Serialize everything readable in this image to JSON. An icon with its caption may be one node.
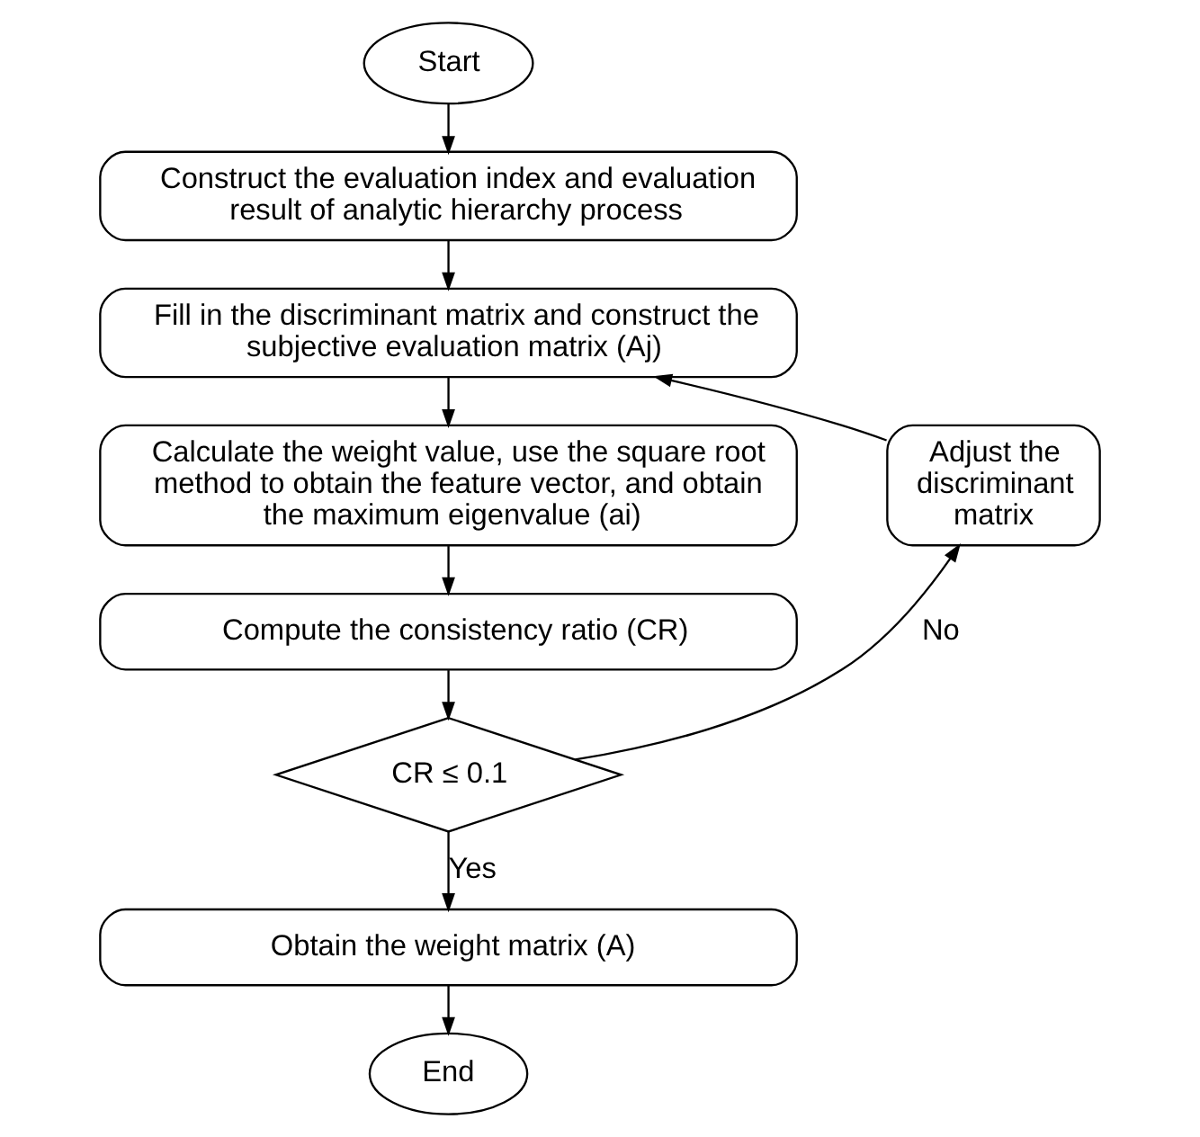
{
  "diagram": {
    "nodes": [
      {
        "text": [
          "Start"
        ]
      },
      {
        "text": [
          "Construct the evaluation index and evaluation result of analytic hierarchy process"
        ]
      },
      {
        "text": [
          "Fill in the discriminant matrix and construct the subjective evaluation matrix (Aj)"
        ]
      },
      {
        "text": [
          "Calculate the weight value, use the square root method to obtain the feature vector, and obtain the maximum eigenvalue (ai)"
        ]
      },
      {
        "text": [
          "Compute the consistency ratio (CR)"
        ]
      },
      {
        "text": [
          "CR ≤ 0.1"
        ]
      },
      {
        "text": [
          "Adjust the discriminant matrix"
        ]
      },
      {
        "text": [
          "Obtain the weight matrix (A)"
        ]
      },
      {
        "text": [
          "End"
        ]
      }
    ],
    "edges": [
      {
        "from": 0,
        "to": 1,
        "arrow": "to"
      },
      {
        "from": 1,
        "to": 2,
        "arrow": "to"
      },
      {
        "from": 2,
        "to": 3,
        "arrow": "to"
      },
      {
        "from": 3,
        "to": 4,
        "arrow": "to"
      },
      {
        "from": 4,
        "to": 5,
        "arrow": "to"
      },
      {
        "from": 5,
        "to": 7,
        "arrow": "to",
        "label": "Yes"
      },
      {
        "from": 5,
        "to": 6,
        "arrow": "to",
        "label": "No"
      },
      {
        "from": 6,
        "to": 2,
        "arrow": "to"
      },
      {
        "from": 7,
        "to": 8,
        "arrow": "to"
      }
    ]
  }
}
